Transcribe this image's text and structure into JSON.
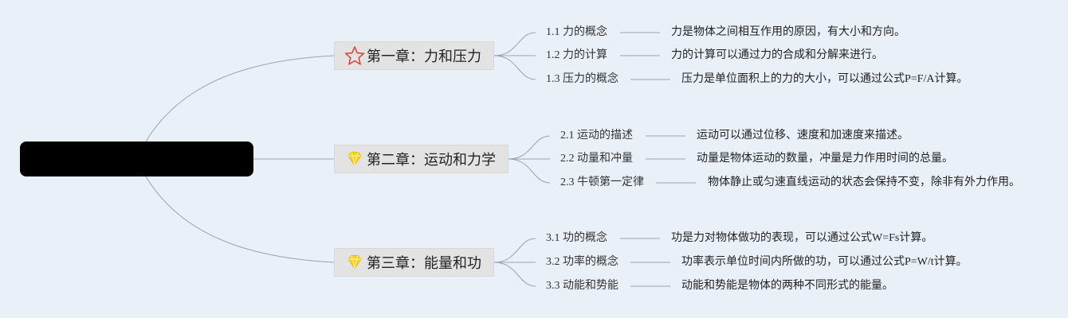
{
  "root": {
    "label": ""
  },
  "chapters": [
    {
      "title": "第一章：力和压力",
      "icon": "star-icon",
      "items": [
        {
          "label": "1.1 力的概念",
          "desc": "力是物体之间相互作用的原因，有大小和方向。"
        },
        {
          "label": "1.2 力的计算",
          "desc": "力的计算可以通过力的合成和分解来进行。"
        },
        {
          "label": "1.3 压力的概念",
          "desc": "压力是单位面积上的力的大小，可以通过公式P=F/A计算。"
        }
      ]
    },
    {
      "title": "第二章：运动和力学",
      "icon": "diamond-icon",
      "items": [
        {
          "label": "2.1 运动的描述",
          "desc": "运动可以通过位移、速度和加速度来描述。"
        },
        {
          "label": "2.2 动量和冲量",
          "desc": "动量是物体运动的数量，冲量是力作用时间的总量。"
        },
        {
          "label": "2.3 牛顿第一定律",
          "desc": "物体静止或匀速直线运动的状态会保持不变，除非有外力作用。"
        }
      ]
    },
    {
      "title": "第三章：能量和功",
      "icon": "diamond-icon",
      "items": [
        {
          "label": "3.1 功的概念",
          "desc": "功是力对物体做功的表现，可以通过公式W=Fs计算。"
        },
        {
          "label": "3.2 功率的概念",
          "desc": "功率表示单位时间内所做的功，可以通过公式P=W/t计算。"
        },
        {
          "label": "3.3 动能和势能",
          "desc": "动能和势能是物体的两种不同形式的能量。"
        }
      ]
    }
  ],
  "colors": {
    "background": "#e9f0f8",
    "connector": "#9aa3ad",
    "star": "#e0443e",
    "diamond": "#f2d22e"
  }
}
